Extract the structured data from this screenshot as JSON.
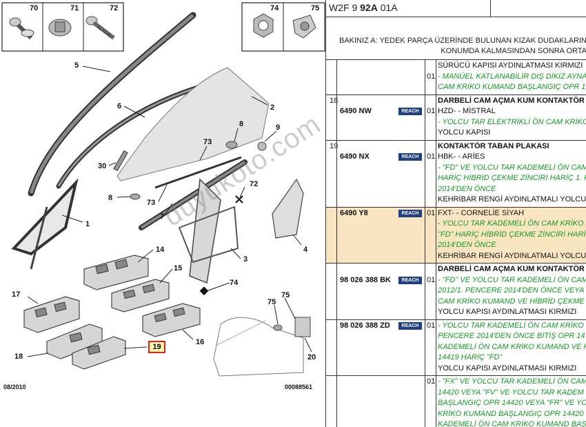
{
  "diagram": {
    "small_parts_left": [
      "70",
      "71",
      "72"
    ],
    "small_parts_right": [
      "74",
      "75"
    ],
    "callouts": [
      "5",
      "6",
      "2",
      "8",
      "9",
      "73",
      "30",
      "72",
      "8",
      "73",
      "1",
      "7",
      "4",
      "3",
      "14",
      "15",
      "74",
      "17",
      "75",
      "75",
      "16",
      "19",
      "18",
      "20"
    ],
    "highlighted_callout": "19",
    "date": "08/2010",
    "ref": "00088561",
    "watermark": "duyukoto.com"
  },
  "parts_table": {
    "header_code_prefix": "W2F 9 ",
    "header_code_bold": "92A",
    "header_code_suffix": " 01A",
    "note_line1": "BAKINIZ A: YEDEK PARÇA ÜZERİNDE BULUNAN KIZAK DUDAKLARIN",
    "note_line2": "KONUMDA KALMASINDAN SONRA ORTA",
    "reach_label": "REACH",
    "rows": [
      {
        "index": "",
        "part_no": "",
        "reach": false,
        "highlight": false,
        "lines": [
          {
            "qty": "",
            "text": "SÜRÜCÜ KAPISI AYDINLATMASI KIRMIZI",
            "style": "black"
          },
          {
            "qty": "01",
            "text": "- MANÜEL KATLANABİLİR DIŞ DİKİZ AYNA",
            "style": "green"
          },
          {
            "qty": "",
            "text": "CAM KRİKO KUMAND BAŞLANGIÇ OPR 1",
            "style": "green"
          }
        ]
      },
      {
        "index": "18",
        "part_no": "6490 NW",
        "reach": true,
        "highlight": false,
        "lines": [
          {
            "qty": "",
            "text": "DARBELİ CAM AÇMA KUM KONTAKTÖR",
            "style": "bold"
          },
          {
            "qty": "01",
            "text": "HZD- - MİSTRAL",
            "style": "black"
          },
          {
            "qty": "",
            "text": "- YOLCU TAR ELEKTRİKLİ ÖN CAM KRİKO",
            "style": "green"
          },
          {
            "qty": "",
            "text": "YOLCU KAPISI",
            "style": "black"
          }
        ]
      },
      {
        "index": "19",
        "part_no": "6490 NX",
        "reach": true,
        "highlight": false,
        "lines": [
          {
            "qty": "",
            "text": "KONTAKTÖR TABAN PLAKASI",
            "style": "bold"
          },
          {
            "qty": "01",
            "text": "HBK- - ARİES",
            "style": "black"
          },
          {
            "qty": "",
            "text": "- \"FD\" VE YOLCU TAR KADEMELİ ÖN CAM",
            "style": "green"
          },
          {
            "qty": "",
            "text": "HARİÇ HİBRİD ÇEKME ZİNCİRİ HARİÇ 1. P",
            "style": "green"
          },
          {
            "qty": "",
            "text": "2014'DEN ÖNCE",
            "style": "green"
          },
          {
            "qty": "",
            "text": "KEHRİBAR RENGİ AYDINLATMALI YOLCU",
            "style": "black"
          }
        ]
      },
      {
        "index": "",
        "part_no": "6490 Y8",
        "reach": true,
        "highlight": true,
        "lines": [
          {
            "qty": "01",
            "text": "FXT- - CORNELİE SİYAH",
            "style": "black"
          },
          {
            "qty": "",
            "text": "- YOLCU TAR KADEMELİ ÖN CAM KRİKO",
            "style": "green"
          },
          {
            "qty": "",
            "text": "\"FD\" HARİÇ HİBRİD ÇEKME ZİNCİRİ HARİ",
            "style": "green"
          },
          {
            "qty": "",
            "text": "2014'DEN ÖNCE",
            "style": "green"
          },
          {
            "qty": "",
            "text": "KEHRİBAR RENGİ AYDINLATMALI YOLCU",
            "style": "black"
          }
        ]
      },
      {
        "index": "",
        "part_no": "98 026 388 BK",
        "reach": true,
        "highlight": false,
        "lines": [
          {
            "qty": "",
            "text": "DARBELİ CAM AÇMA KUM KONTAKTÖR",
            "style": "bold"
          },
          {
            "qty": "01",
            "text": "- \"FD\" VE YOLCU TAR KADEMELİ ÖN CAM",
            "style": "green"
          },
          {
            "qty": "",
            "text": "2012/1. PENCERE 2014'DEN ÖNCE VEYA",
            "style": "green"
          },
          {
            "qty": "",
            "text": "CAM KRİKO KUMAND VE HİBRİD ÇEKME",
            "style": "green"
          },
          {
            "qty": "",
            "text": "YOLCU KAPISI AYDINLATMASI KIRMIZI",
            "style": "black"
          }
        ]
      },
      {
        "index": "",
        "part_no": "98 026 388 ZD",
        "reach": true,
        "highlight": false,
        "lines": [
          {
            "qty": "01",
            "text": "- YOLCU TAR KADEMELİ ÖN CAM KRİKO",
            "style": "green"
          },
          {
            "qty": "",
            "text": "PENCERE 2014'DEN ÖNCE BİTİŞ OPR 14",
            "style": "green"
          },
          {
            "qty": "",
            "text": "KADEMELİ ÖN CAM KRİKO KUMAND VE H",
            "style": "green"
          },
          {
            "qty": "",
            "text": "14419 HARİÇ \"FD\"",
            "style": "green"
          },
          {
            "qty": "",
            "text": "YOLCU KAPISI AYDINLATMASI KIRMIZI",
            "style": "black"
          }
        ]
      },
      {
        "index": "",
        "part_no": "",
        "reach": false,
        "highlight": false,
        "lines": [
          {
            "qty": "01",
            "text": "- \"FX\" VE YOLCU TAR KADEMELİ ÖN CAM",
            "style": "green"
          },
          {
            "qty": "",
            "text": "14420 VEYA \"FV\" VE YOLCU TAR KADEM",
            "style": "green"
          },
          {
            "qty": "",
            "text": "BAŞLANGIÇ OPR 14420 VEYA \"FR\" VE YO",
            "style": "green"
          },
          {
            "qty": "",
            "text": "KRİKO KUMAND BAŞLANGIÇ OPR 14420",
            "style": "green"
          },
          {
            "qty": "",
            "text": "KADEMELİ ÖN CAM KRİKO KUMAND BAŞ",
            "style": "green"
          }
        ]
      }
    ]
  }
}
